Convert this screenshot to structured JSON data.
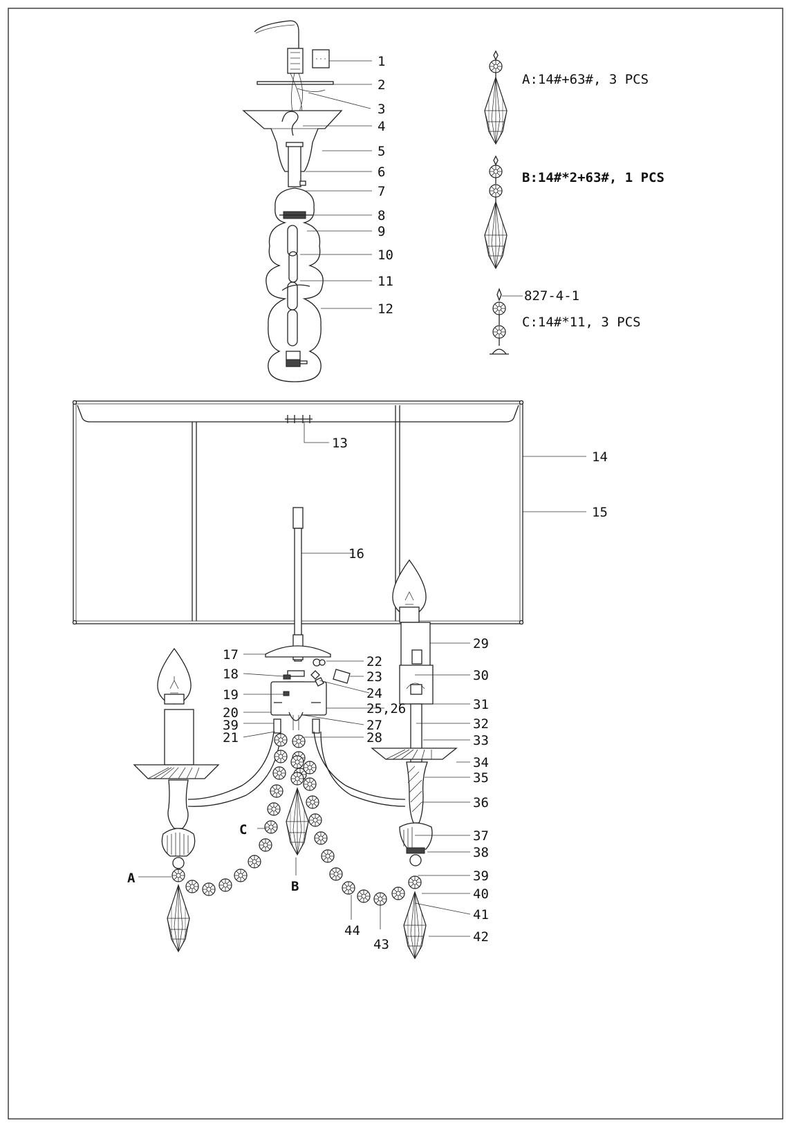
{
  "legend": {
    "a_label": "A:14#+63#, 3 PCS",
    "b_label": "B:14#*2+63#, 1 PCS",
    "c_code": "827-4-1",
    "c_label": "C:14#*11, 3 PCS"
  },
  "crystal_markers": {
    "a": "A",
    "b": "B",
    "c": "C"
  },
  "callouts": {
    "c1": "1",
    "c2": "2",
    "c3": "3",
    "c4": "4",
    "c5": "5",
    "c6": "6",
    "c7": "7",
    "c8": "8",
    "c9": "9",
    "c10": "10",
    "c11": "11",
    "c12": "12",
    "c13": "13",
    "c14": "14",
    "c15": "15",
    "c16": "16",
    "c17": "17",
    "c18": "18",
    "c19": "19",
    "c20": "20",
    "c21": "21",
    "c22": "22",
    "c23": "23",
    "c24": "24",
    "c25": "25,26",
    "c27": "27",
    "c28": "28",
    "c29": "29",
    "c30": "30",
    "c31": "31",
    "c32": "32",
    "c33": "33",
    "c34": "34",
    "c35": "35",
    "c36": "36",
    "c37": "37",
    "c38": "38",
    "c39a": "39",
    "c39b": "39",
    "c40": "40",
    "c41": "41",
    "c42": "42",
    "c43": "43",
    "c44": "44"
  }
}
